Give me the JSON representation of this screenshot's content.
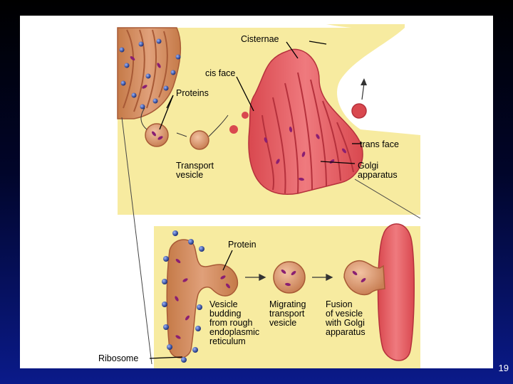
{
  "labels": {
    "cisternae": "Cisternae",
    "cis_italic": "cis",
    "cis_rest": " face",
    "proteins": "Proteins",
    "trans_italic": "trans",
    "trans_rest": " face",
    "transport_vesicle_1": "Transport",
    "transport_vesicle_2": "vesicle",
    "golgi_1": "Golgi",
    "golgi_2": "apparatus",
    "protein": "Protein",
    "vesicle_budding_1": "Vesicle",
    "vesicle_budding_2": "budding",
    "vesicle_budding_3": "from rough",
    "vesicle_budding_4": "endoplasmic",
    "vesicle_budding_5": "reticulum",
    "migrating_1": "Migrating",
    "migrating_2": "transport",
    "migrating_3": "vesicle",
    "fusion_1": "Fusion",
    "fusion_2": "of vesicle",
    "fusion_3": "with Golgi",
    "fusion_4": "apparatus",
    "ribosome": "Ribosome"
  },
  "page_number": "19",
  "colors": {
    "cytoplasm": "#f7eba0",
    "er_body": "#cf8654",
    "er_outline": "#a85a36",
    "golgi": "#e2555d",
    "golgi_dark": "#b5313c",
    "protein": "#8a1f72",
    "ribosome": "#2a4ea0"
  }
}
